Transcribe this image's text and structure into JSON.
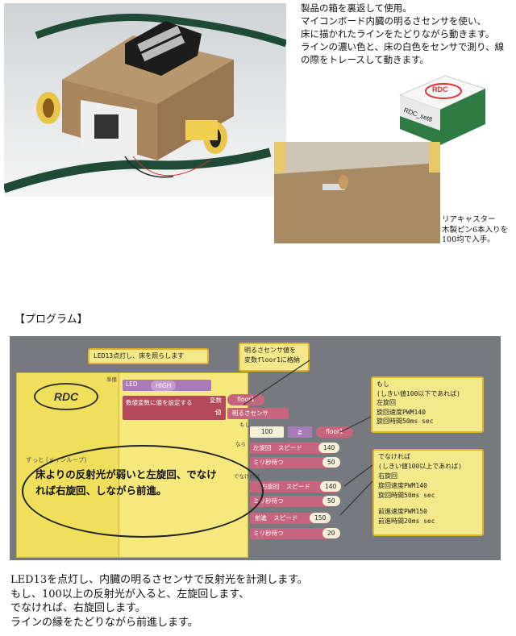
{
  "intro": [
    "製品の箱を裏返して使用。",
    "マイコンボード内臓の明るさセンサを使い、",
    "床に描かれたラインをたどりながら動きます。",
    "ラインの濃い色と、床の白色をセンサで測り、線",
    "の際をトレースして動きます。"
  ],
  "box_logo": "RDC",
  "box_label": "RDC_set8",
  "caster_caption": [
    "リアキャスター",
    "木製ピン6本入りを",
    "100均で入手。"
  ],
  "section_title": "【プログラム】",
  "program": {
    "note_led": "LED13点灯し、床を照らします",
    "note_sensor": [
      "明るさセンサ値を",
      "変数floor1に格納"
    ],
    "note_if": [
      "もし",
      "(しきい値100以下であれば)",
      "左旋回",
      "旋回速度PWM140",
      "旋回時間50ms sec"
    ],
    "note_else": [
      "でなければ",
      "(しきい値100以上であれば)",
      "右旋回",
      "旋回速度PWM140",
      "旋回時間50ms sec",
      "",
      "前進速度PWM150",
      "前進時間20ms sec"
    ],
    "rdc_label": "RDC",
    "loop_label": "ずっと (メインループ)",
    "overlay_text": [
      "床よりの反射光が弱いと左旋回、でなけ",
      "れば右旋回、しながら前進。"
    ],
    "blocks": {
      "setup_tag": "準備",
      "loop_tag": "ずっと",
      "led": "LED",
      "high": "HIGH",
      "set_var": "数値変数に値を設定する",
      "var_name": "変数",
      "value": "値",
      "floor1": "floor1",
      "sensor": "明るさセンサ",
      "if_label": "もし",
      "then_label": "なら",
      "else_label": "でなければ",
      "threshold": "100",
      "compare": "≧",
      "left_turn": "左旋回",
      "right_turn": "右旋回",
      "forward": "前進",
      "speed": "スピード",
      "wait": "ミリ秒待つ",
      "ms": "ミリ秒",
      "num_140": "140",
      "num_50": "50",
      "num_150": "150",
      "num_20": "20"
    }
  },
  "bottom_text": [
    "LED13を点灯し、内臓の明るさセンサで反射光を計測します。",
    "もし、100以上の反射光が入ると、左旋回します、",
    "でなければ、右旋回します。",
    "ラインの縁をたどりながら前進します。"
  ],
  "colors": {
    "program_bg": "#76797d",
    "note_bg": "#f3e88a",
    "loop_block": "#f0df5a",
    "sensor_block": "#b4495c",
    "motor_block": "#c7657e",
    "logic_block": "#a97ab8"
  }
}
